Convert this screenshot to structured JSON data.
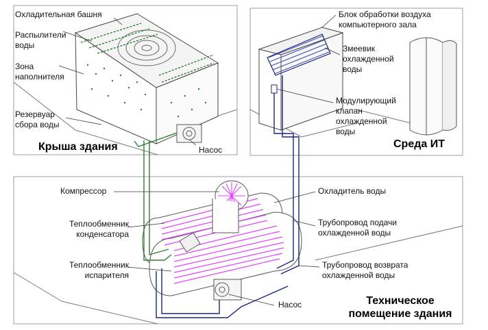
{
  "sections": {
    "roof": "Крыша здания",
    "it": "Среда ИТ",
    "machine_room_line1": "Техническое",
    "machine_room_line2": "помещение здания"
  },
  "labels": {
    "cooling_tower": "Охладительная башня",
    "water_sprayers": "Распылители воды",
    "fill_zone": "Зона наполнителя",
    "collection_basin": "Резервуар сбора воды",
    "pump_roof": "Насос",
    "crah_unit": "Блок обработки воздуха компьютерного зала",
    "chilled_water_coil": "Змеевик охлажденной воды",
    "modulating_valve": "Модулирующий клапан охлажденной воды",
    "compressor": "Компрессор",
    "condenser_hx": "Теплообменник конденсатора",
    "evaporator_hx": "Теплообменник испарителя",
    "water_chiller": "Охладитель воды",
    "supply_pipe": "Трубопровод подачи охлажденной воды",
    "return_pipe": "Трубопровод возврата охлажденной воды",
    "pump_room": "Насос"
  },
  "colors": {
    "condenser_loop": "#2e7d32",
    "chilled_loop": "#1a237e",
    "heat_exchanger": "#e040fb",
    "outline": "#555555",
    "frame": "#9e9e9e"
  }
}
